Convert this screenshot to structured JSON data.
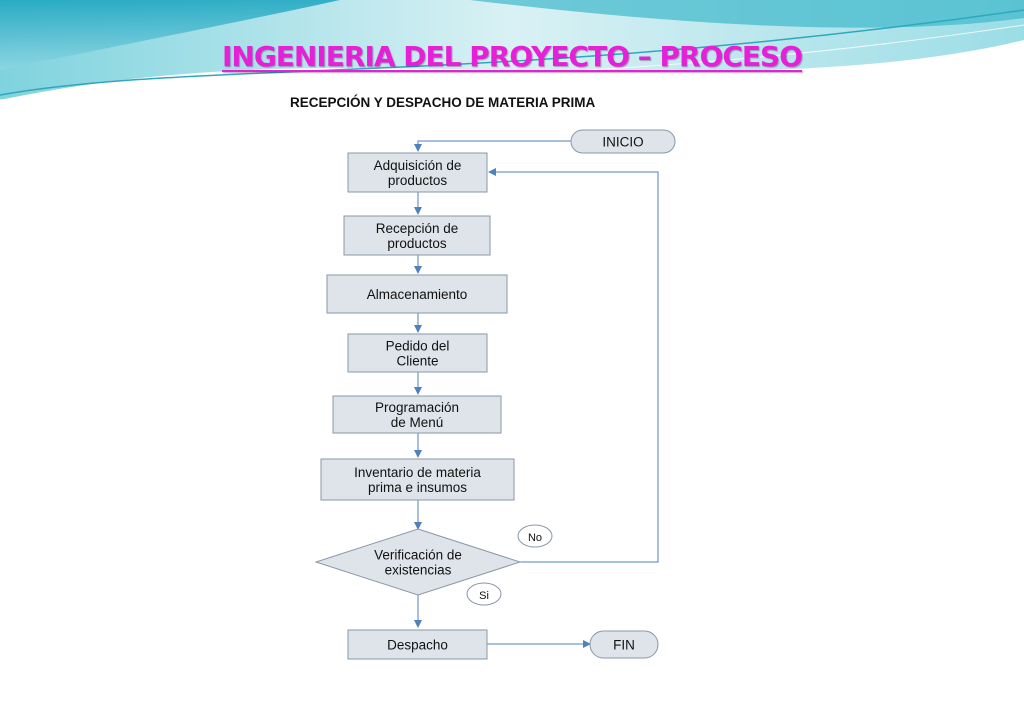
{
  "slide": {
    "title": "INGENIERIA DEL PROYECTO – PROCESO",
    "subtitle": "RECEPCIÓN Y DESPACHO DE MATERIA PRIMA"
  },
  "colors": {
    "title": "#e620d6",
    "box_fill": "#dfe4ea",
    "box_stroke": "#8a97a6",
    "arrow": "#4f81bd",
    "wave_teal": "#3ab5c9"
  },
  "flowchart": {
    "start": "INICIO",
    "end": "FIN",
    "steps": [
      [
        "Adquisición de",
        "productos"
      ],
      [
        "Recepción de",
        "productos"
      ],
      [
        "Almacenamiento"
      ],
      [
        "Pedido del",
        "Cliente"
      ],
      [
        "Programación",
        "de Menú"
      ],
      [
        "Inventario de materia",
        "prima e insumos"
      ]
    ],
    "decision": [
      "Verificación de",
      "existencias"
    ],
    "branch_no": "No",
    "branch_yes": "Si",
    "dispatch": "Despacho"
  }
}
